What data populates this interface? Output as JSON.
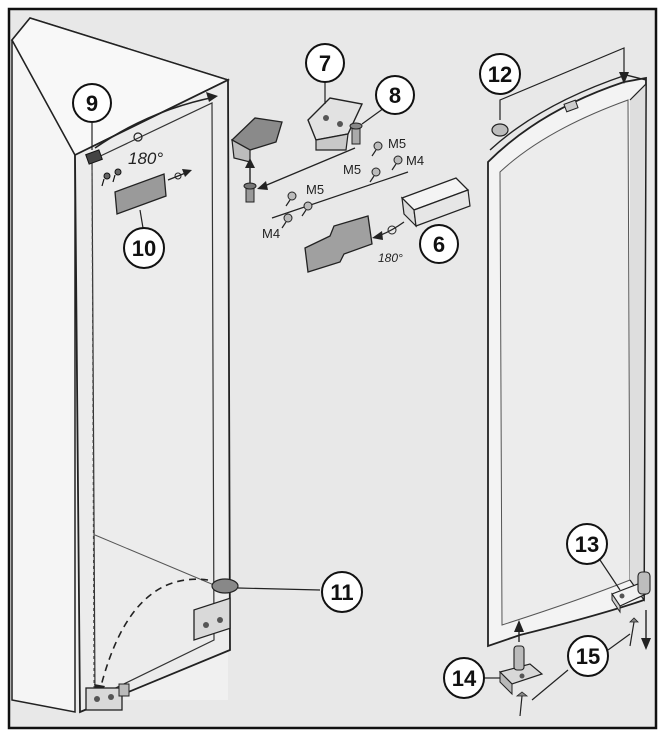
{
  "callouts": {
    "c6": "6",
    "c7": "7",
    "c8": "8",
    "c9": "9",
    "c10": "10",
    "c11": "11",
    "c12": "12",
    "c13": "13",
    "c14": "14",
    "c15": "15"
  },
  "screw_labels": {
    "m5_a": "M5",
    "m5_b": "M5",
    "m4_a": "M4",
    "m5_c": "M5",
    "m4_b": "M4"
  },
  "rotation": {
    "cabinet": "180°",
    "cover": "180°"
  },
  "colors": {
    "background": "#e8e8e8",
    "frame": "#111111",
    "cabinet_face": "#ececec",
    "cabinet_side": "#f6f6f6",
    "part_gray": "#9a9a9a",
    "part_light": "#d9d9d9"
  }
}
